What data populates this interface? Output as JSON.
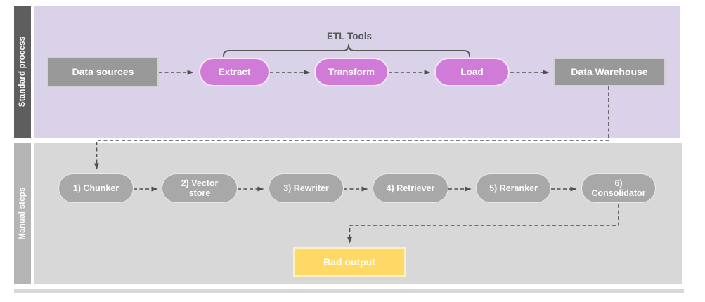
{
  "colors": {
    "page_bg": "#ffffff",
    "standard_lane_bg": "#d9d2e9",
    "standard_lane_header_bg": "#5e5e5e",
    "manual_lane_bg": "#d8d8d8",
    "manual_lane_header_bg": "#b5b5b5",
    "process_box_fill": "#999999",
    "etl_pill_fill": "#d17bd9",
    "manual_pill_fill": "#a8a8a8",
    "bad_output_fill": "#ffd966",
    "connector_stroke": "#4f4f4f",
    "bracket_stroke": "#595959",
    "node_text": "#ffffff"
  },
  "lanes": {
    "standard": {
      "title": "Standard process"
    },
    "manual": {
      "title": "Manual steps"
    }
  },
  "etl_group_label": "ETL Tools",
  "nodes": {
    "data_sources": "Data sources",
    "extract": "Extract",
    "transform": "Transform",
    "load": "Load",
    "data_warehouse": "Data Warehouse",
    "chunker": "1) Chunker",
    "vector_store": "2) Vector store",
    "rewriter": "3) Rewriter",
    "retriever": "4) Retriever",
    "reranker": "5) Reranker",
    "consolidator": "6) Consolidator",
    "bad_output": "Bad output"
  }
}
